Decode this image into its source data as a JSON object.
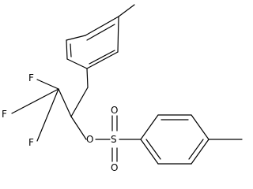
{
  "molecule": {
    "atoms": {
      "f1": "F",
      "f2": "F",
      "f3": "F",
      "o_ester": "O",
      "s": "S",
      "o_top": "O",
      "o_bottom": "O"
    }
  },
  "colors": {
    "bond": "#000000",
    "label": "#000000",
    "background": "#ffffff"
  }
}
